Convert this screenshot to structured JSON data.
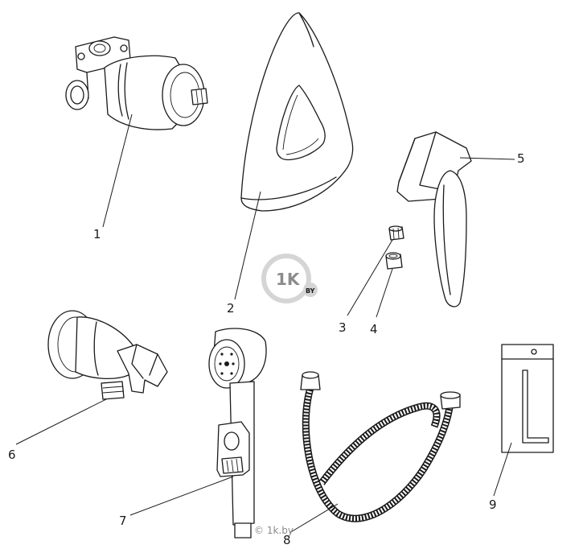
{
  "parts": [
    {
      "id": "part-1",
      "label": "1"
    },
    {
      "id": "part-2",
      "label": "2"
    },
    {
      "id": "part-3",
      "label": "3"
    },
    {
      "id": "part-4",
      "label": "4"
    },
    {
      "id": "part-5",
      "label": "5"
    },
    {
      "id": "part-6",
      "label": "6"
    },
    {
      "id": "part-7",
      "label": "7"
    },
    {
      "id": "part-8",
      "label": "8"
    },
    {
      "id": "part-9",
      "label": "9"
    }
  ],
  "watermark": {
    "logo_text": "1K",
    "logo_badge": "BY",
    "text": "© 1k.by"
  },
  "colors": {
    "line": "#1a1a1a",
    "background": "#ffffff",
    "watermark": "#8a8a8a"
  }
}
